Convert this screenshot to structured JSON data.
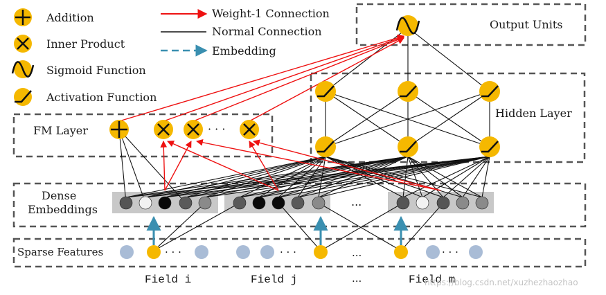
{
  "legend": {
    "addition": "Addition",
    "inner_product": "Inner Product",
    "sigmoid": "Sigmoid Function",
    "activation": "Activation Function",
    "weight_1": "Weight-1 Connection",
    "normal": "Normal Connection",
    "embedding": "Embedding"
  },
  "labels": {
    "output_units": "Output Units",
    "hidden_layer": "Hidden Layer",
    "fm_layer": "FM Layer",
    "dense_embeddings_line1": "Dense",
    "dense_embeddings_line2": "Embeddings",
    "sparse_features": "Sparse Features",
    "field_i": "Field i",
    "field_j": "Field j",
    "field_m": "Field m",
    "ellipsis": "· · ·",
    "dots": "...",
    "watermark": "https://blog.csdn.net/xuzhezhaozhao"
  },
  "colors": {
    "unit_yellow": "#f5b800",
    "weight_red": "#ee1111",
    "embed_teal": "#3a8fb0",
    "sparse_blue": "#a9bcd6",
    "dense_bar": "#c8c8c8"
  }
}
